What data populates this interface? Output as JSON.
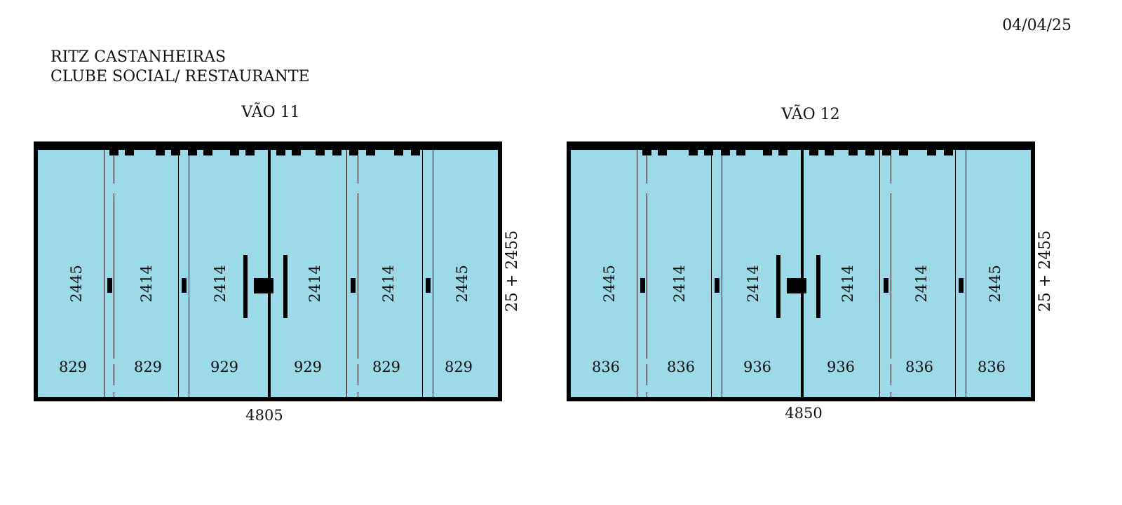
{
  "date": "04/04/25",
  "header": {
    "line1": "RITZ CASTANHEIRAS",
    "line2": "CLUBE SOCIAL/ RESTAURANTE"
  },
  "vaos": [
    {
      "title": "VÃO 11",
      "width_label": "4805",
      "height_label": "25 + 2455",
      "panels": [
        {
          "height": "2445",
          "width": "829"
        },
        {
          "height": "2414",
          "width": "829"
        },
        {
          "height": "2414",
          "width": "929"
        },
        {
          "height": "2414",
          "width": "929"
        },
        {
          "height": "2414",
          "width": "829"
        },
        {
          "height": "2445",
          "width": "829"
        }
      ]
    },
    {
      "title": "VÃO 12",
      "width_label": "4850",
      "height_label": "25 + 2455",
      "panels": [
        {
          "height": "2445",
          "width": "836"
        },
        {
          "height": "2414",
          "width": "836"
        },
        {
          "height": "2414",
          "width": "936"
        },
        {
          "height": "2414",
          "width": "936"
        },
        {
          "height": "2414",
          "width": "836"
        },
        {
          "height": "2445",
          "width": "836"
        }
      ]
    }
  ],
  "colors": {
    "glass": "#9cd9e9",
    "frame": "#000000"
  }
}
